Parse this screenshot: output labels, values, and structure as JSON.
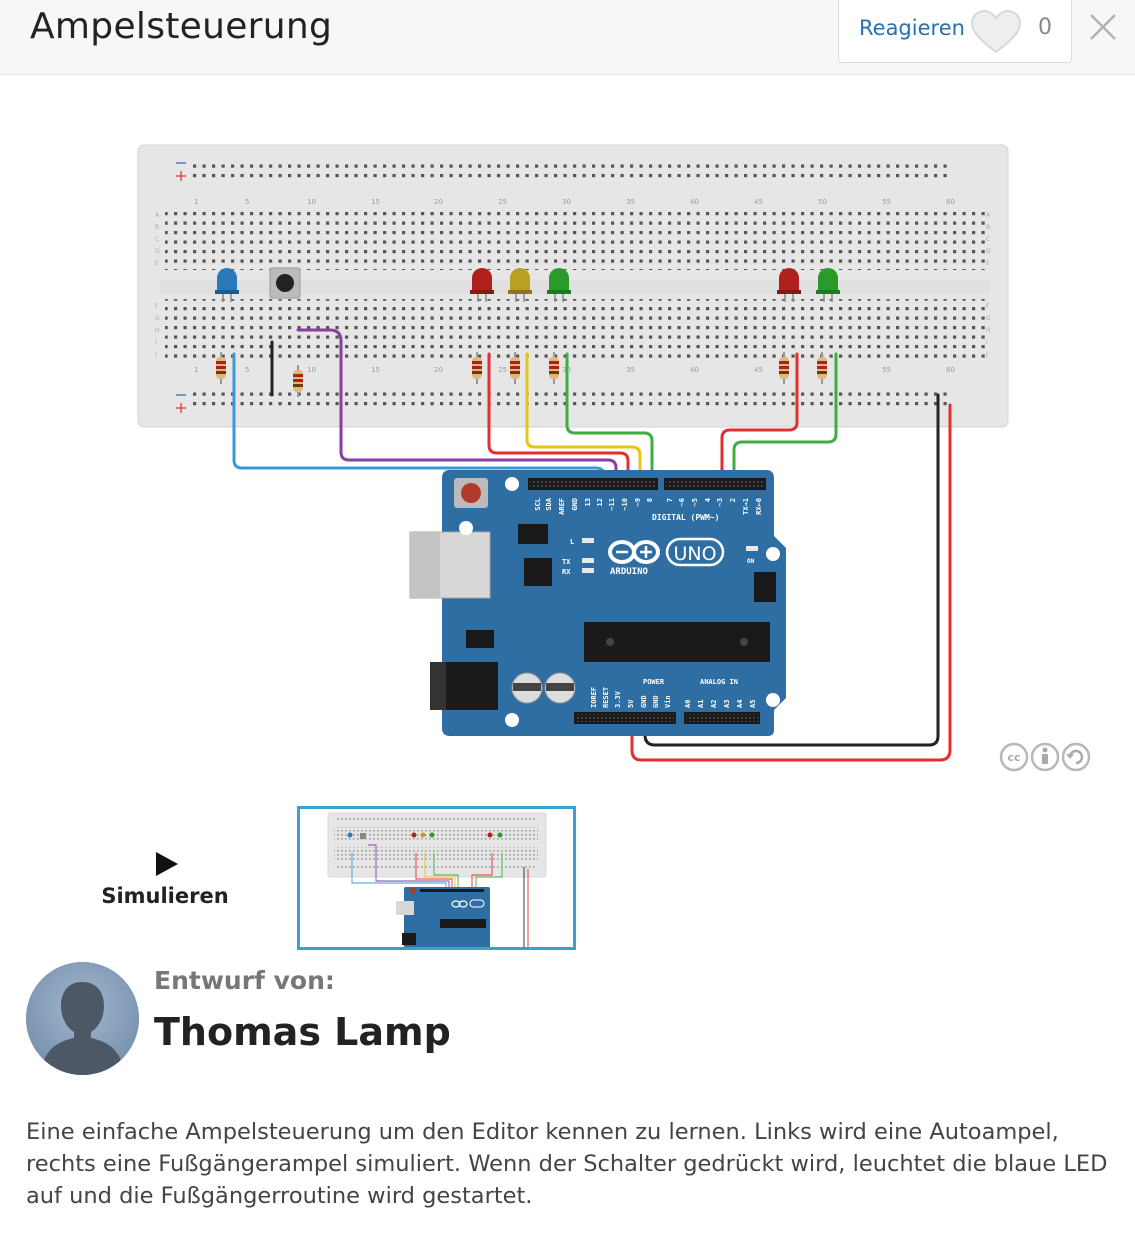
{
  "header": {
    "title": "Ampelsteuerung",
    "react_label": "Reagieren",
    "react_count": "0"
  },
  "circuit": {
    "breadboard_col_numbers": [
      "1",
      "5",
      "10",
      "15",
      "20",
      "25",
      "30",
      "35",
      "40",
      "45",
      "50",
      "55",
      "60"
    ],
    "breadboard_row_letters_top": [
      "A",
      "B",
      "C",
      "D",
      "E"
    ],
    "breadboard_row_letters_bottom": [
      "F",
      "G",
      "H",
      "I",
      "J"
    ],
    "arduino": {
      "brand": "ARDUINO",
      "model": "UNO",
      "digital_label": "DIGITAL (PWM~)",
      "power_label": "POWER",
      "analog_label": "ANALOG IN",
      "digital_pins": [
        "SCL",
        "SDA",
        "AREF",
        "GND",
        "13",
        "12",
        "~11",
        "~10",
        "~9",
        "8",
        "7",
        "~6",
        "~5",
        "4",
        "~3",
        "2",
        "TX→1",
        "RX←0"
      ],
      "power_pins": [
        "IOREF",
        "RESET",
        "3.3V",
        "5V",
        "GND",
        "GND",
        "Vin"
      ],
      "analog_pins": [
        "A0",
        "A1",
        "A2",
        "A3",
        "A4",
        "A5"
      ],
      "led_labels": [
        "L",
        "TX",
        "RX",
        "ON"
      ]
    },
    "license_icons": [
      "cc",
      "by",
      "sa"
    ]
  },
  "simulate": {
    "label": "Simulieren"
  },
  "author": {
    "label": "Entwurf von:",
    "name": "Thomas Lamp"
  },
  "description": "Eine einfache Ampelsteuerung um den Editor kennen zu lernen. Links wird eine Autoampel, rechts eine Fußgängerampel simuliert. Wenn der Schalter gedrückt wird, leuchtet die blaue LED auf und die Fußgängerroutine wird gestartet.",
  "colors": {
    "breadboard": "#e6e6e6",
    "arduino": "#2f6ea3",
    "wire_blue": "#3a98d6",
    "wire_purple": "#8a3ea0",
    "wire_red": "#e03030",
    "wire_yellow": "#e8c416",
    "wire_green": "#3fae3f",
    "wire_black": "#222222",
    "led_red": "#b0201c",
    "led_yellow": "#b8a020",
    "led_green": "#2a9a2a",
    "led_blue": "#2a78b8",
    "link": "#2a6fb0"
  }
}
